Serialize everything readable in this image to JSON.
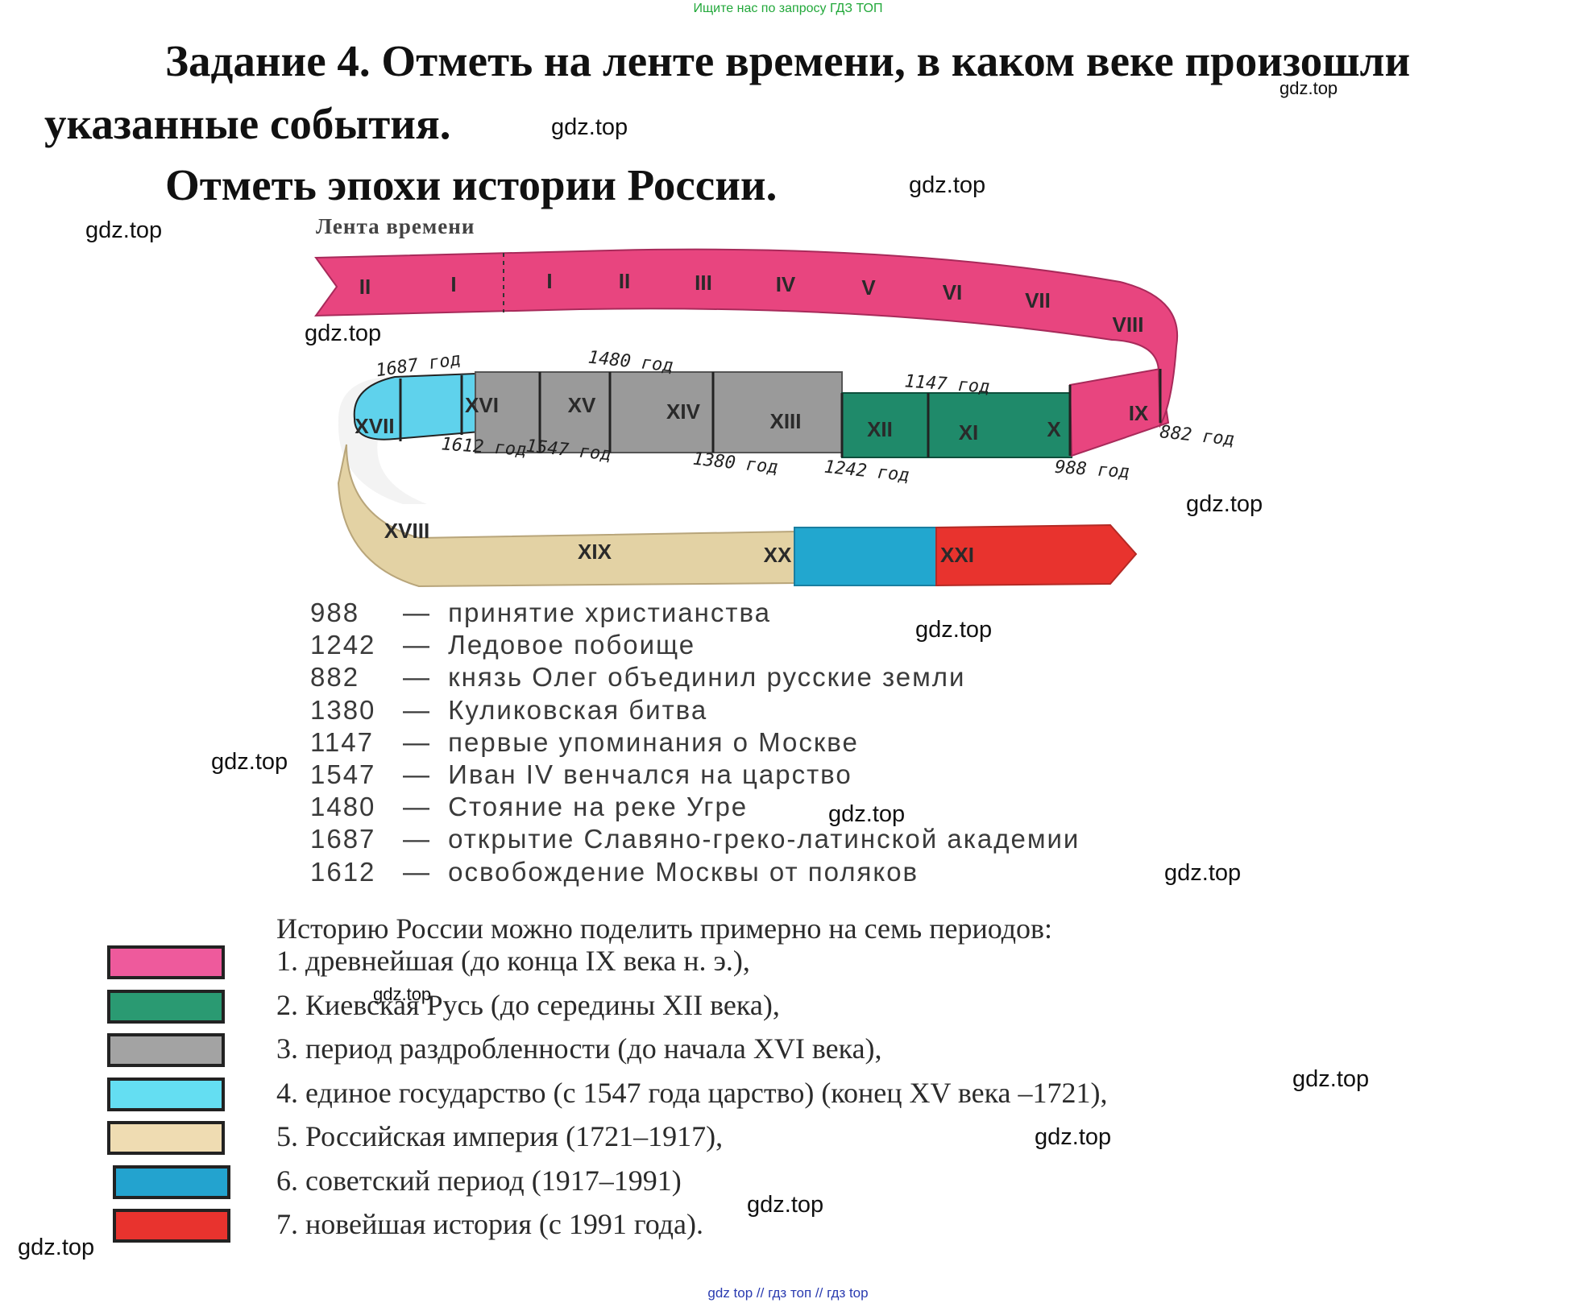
{
  "top_banner": "Ищите нас по запросу ГДЗ ТОП",
  "heading": {
    "line1": "Задание 4. Отметь на ленте времени, в каком веке произошли",
    "line2": "указанные события.",
    "line3": "Отметь эпохи истории России."
  },
  "timeline": {
    "title": "Лента времени",
    "centuries_top": [
      "II",
      "I",
      "I",
      "II",
      "III",
      "IV",
      "V",
      "VI",
      "VII",
      "VIII"
    ],
    "centuries_middle": [
      "XVII",
      "XVI",
      "XV",
      "XIV",
      "XIII",
      "XII",
      "XI",
      "X",
      "IX"
    ],
    "centuries_bottom": [
      "XVIII",
      "XIX",
      "XX",
      "XXI"
    ],
    "handwritten": [
      "1687 год",
      "1480 год",
      "1147 год",
      "882 год",
      "1612 год",
      "1547 год",
      "1380 год",
      "1242 год",
      "988 год"
    ],
    "colors": {
      "ancient": "#e8457f",
      "kievan": "#1f8a6a",
      "fragmentation": "#9a9a9a",
      "unified": "#5fd2ec",
      "empire": "#e3d2a4",
      "soviet": "#22a7cf",
      "modern": "#e8332e"
    }
  },
  "events": [
    {
      "year": "988",
      "dash": "—",
      "text": "принятие христианства"
    },
    {
      "year": "1242",
      "dash": "—",
      "text": "Ледовое побоище"
    },
    {
      "year": "882",
      "dash": "—",
      "text": "князь Олег объединил русские земли"
    },
    {
      "year": "1380",
      "dash": "—",
      "text": "Куликовская битва"
    },
    {
      "year": "1147",
      "dash": "—",
      "text": "первые упоминания о Москве"
    },
    {
      "year": "1547",
      "dash": "—",
      "text": "Иван IV венчался на царство"
    },
    {
      "year": "1480",
      "dash": "—",
      "text": "Стояние на реке Угре"
    },
    {
      "year": "1687",
      "dash": "—",
      "text": "открытие Славяно-греко-латинской академии"
    },
    {
      "year": "1612",
      "dash": "—",
      "text": "освобождение Москвы от поляков"
    }
  ],
  "periods_intro": "Историю России можно поделить примерно на семь периодов:",
  "periods": [
    {
      "text": "1. древнейшая (до конца IX века н. э.),",
      "color": "#ee5a9c"
    },
    {
      "text": "2. Киевская Русь (до середины XII века),",
      "color": "#2a9a72"
    },
    {
      "text": "3. период раздробленности (до начала XVI века),",
      "color": "#a3a3a3"
    },
    {
      "text": "4. единое государство (с 1547 года царство) (конец XV века –1721),",
      "color": "#64def2"
    },
    {
      "text": "5. Российская империя (1721–1917),",
      "color": "#efdcb2"
    },
    {
      "text": "6. советский период (1917–1991)",
      "color": "#23a3cf"
    },
    {
      "text": "7. новейшая история (с 1991 года).",
      "color": "#e8332e"
    }
  ],
  "watermark": "gdz.top",
  "bottom_banner": "gdz top  //  гдз топ  //  гдз top"
}
